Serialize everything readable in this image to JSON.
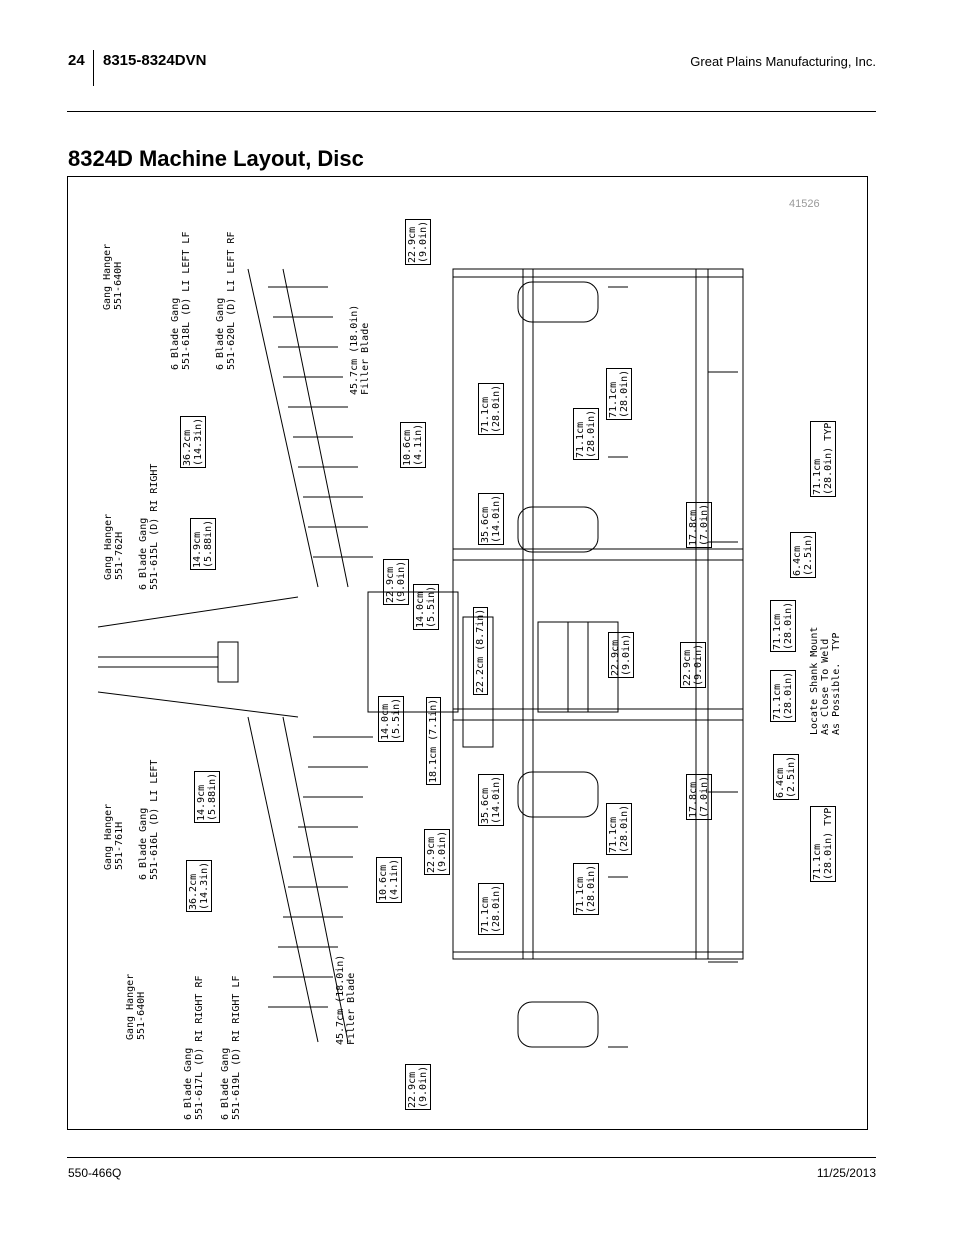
{
  "header": {
    "page_number": "24",
    "model": "8315-8324DVN",
    "company": "Great Plains Manufacturing, Inc."
  },
  "title": "8324D Machine Layout, Disc",
  "figure": {
    "id": "41526",
    "labels": {
      "gh_640h_top": "Gang Hanger\n551-640H",
      "gang_618l": "6 Blade Gang\n551-618L (D) LI LEFT LF",
      "gang_620l": "6 Blade Gang\n551-620L (D) LI LEFT RF",
      "gh_762h": "Gang Hanger\n551-762H",
      "gang_615l": "6 Blade Gang\n551-615L (D) RI RIGHT",
      "gh_761h": "Gang Hanger\n551-761H",
      "gang_616l": "6 Blade Gang\n551-616L (D) LI LEFT",
      "gh_640h_bottom": "Gang Hanger\n551-640H",
      "gang_617l": "6 Blade Gang\n551-617L (D) RI RIGHT RF",
      "gang_619l": "6 Blade Gang\n551-619L (D) RI RIGHT LF",
      "filler_top": "45.7cm (18.0in)\nFiller Blade",
      "filler_bottom": "45.7cm (18.0in)\nFiller Blade",
      "shank_note": "Locate Shank Mount\nAs Close To Weld\nAs Possible.  TYP"
    },
    "dimensions": {
      "d229_top": "22.9cm\n(9.0in)",
      "d362_top": "36.2cm\n(14.3in)",
      "d106_top": "10.6cm\n(4.1in)",
      "d149_top": "14.9cm\n(5.88in)",
      "d229_mid1": "22.9cm\n(9.0in)",
      "d140_a": "14.0cm\n(5.5in)",
      "d140_b": "14.0cm\n(5.5in)",
      "d222": "22.2cm (8.7in)",
      "d181": "18.1cm (7.1in)",
      "d149_bottom": "14.9cm\n(5.88in)",
      "d362_bottom": "36.2cm\n(14.3in)",
      "d106_bottom": "10.6cm\n(4.1in)",
      "d229_mid2": "22.9cm\n(9.0in)",
      "d229_bottom": "22.9cm\n(9.0in)",
      "d711_a": "71.1cm\n(28.0in)",
      "d356_top": "35.6cm\n(14.0in)",
      "d356_bottom": "35.6cm\n(14.0in)",
      "d711_b": "71.1cm\n(28.0in)",
      "d711_c": "71.1cm\n(28.0in)",
      "d229_c1": "22.9cm\n(9.0in)",
      "d229_c2": "22.9cm\n(9.0in)",
      "d178_top": "17.8cm\n(7.0in)",
      "d178_bottom": "17.8cm\n(7.0in)",
      "d711_d": "71.1cm\n(28.0in)",
      "d711_e": "71.1cm\n(28.0in)",
      "d711_f": "71.1cm\n(28.0in)",
      "d711_g": "71.1cm\n(28.0in) TYP",
      "d64_top": "6.4cm\n(2.5in)",
      "d711_h": "71.1cm\n(28.0in)",
      "d711_i": "71.1cm\n(28.0in)",
      "d64_bottom": "6.4cm\n(2.5in)",
      "d711_j": "71.1cm\n(28.0in) TYP"
    }
  },
  "footer": {
    "doc_number": "550-466Q",
    "date": "11/25/2013"
  }
}
